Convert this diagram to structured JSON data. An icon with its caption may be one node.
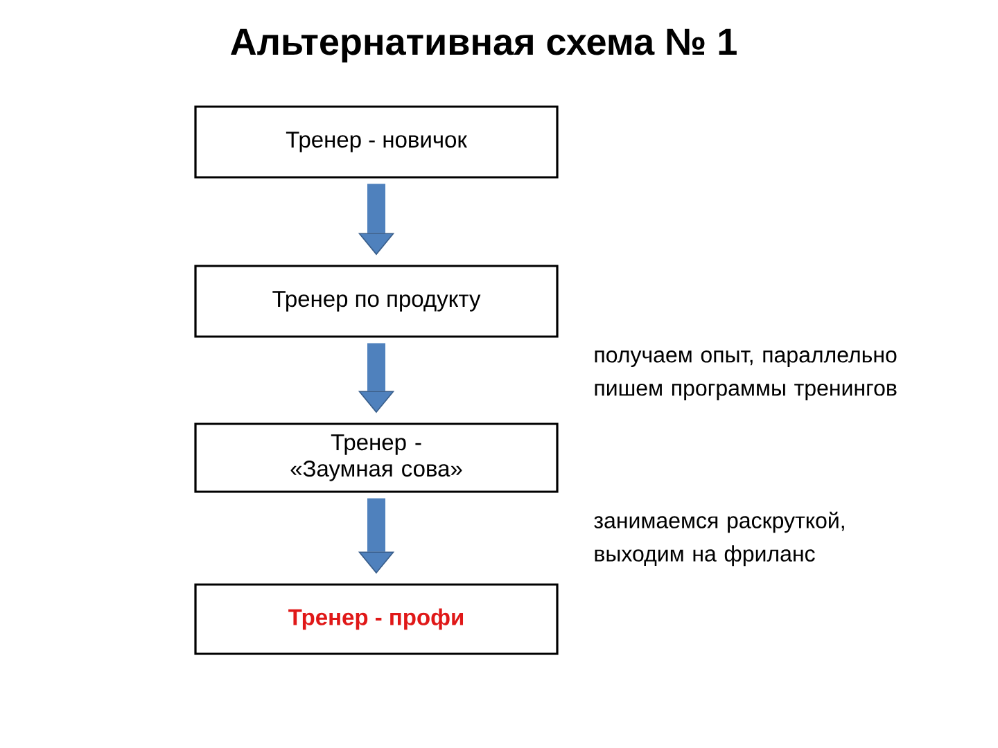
{
  "diagram": {
    "title": "Альтернативная схема № 1",
    "nodes": [
      {
        "text": [
          "Тренер - новичок"
        ]
      },
      {
        "text": [
          "Тренер по продукту"
        ]
      },
      {
        "text": [
          "Тренер - «Заумная сова»"
        ]
      },
      {
        "text": [
          "Тренер - профи"
        ]
      }
    ],
    "edges": [
      {
        "from": 0,
        "to": 1,
        "arrow": "to"
      },
      {
        "from": 1,
        "to": 2,
        "arrow": "to"
      },
      {
        "from": 2,
        "to": 3,
        "arrow": "to"
      }
    ],
    "labels": [
      "получаем опыт, параллельно пишем программы тренингов",
      "занимаемся раскруткой, выходим на фриланс"
    ]
  }
}
